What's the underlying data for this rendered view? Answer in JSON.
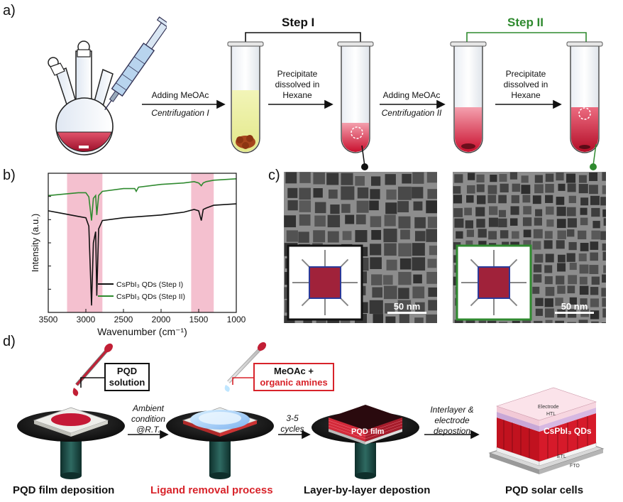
{
  "panel_a": {
    "label": "a)",
    "step1": "Step I",
    "step2": "Step II",
    "step1_color": "#111111",
    "step2_color": "#2f8a2f",
    "arrow1_top": "Adding MeOAc",
    "arrow1_bottom": "Centrifugation I",
    "arrow2_top": "Precipitate dissolved in Hexane",
    "arrow3_top": "Adding MeOAc",
    "arrow3_bottom": "Centrifugation II",
    "arrow4_top": "Precipitate dissolved in Hexane"
  },
  "panel_b": {
    "label": "b)",
    "chart_data": {
      "type": "line",
      "xlabel": "Wavenumber (cm⁻¹)",
      "ylabel": "Intensity (a.u.)",
      "xlim": [
        3500,
        1000
      ],
      "x_reversed": true,
      "xticks": [
        "3500",
        "3000",
        "2500",
        "2000",
        "1500",
        "1000"
      ],
      "highlight_bands": [
        [
          3250,
          2780
        ],
        [
          1600,
          1300
        ]
      ],
      "highlight_color": "#f4c0cf",
      "series": [
        {
          "name": "CsPbI₃ QDs (Step I)",
          "color": "#111111",
          "x": [
            3500,
            3300,
            3100,
            3000,
            2960,
            2925,
            2900,
            2870,
            2855,
            2830,
            2780,
            2500,
            2000,
            1700,
            1560,
            1500,
            1465,
            1440,
            1400,
            1300,
            1000
          ],
          "y": [
            0.73,
            0.71,
            0.69,
            0.68,
            0.62,
            0.05,
            0.5,
            0.58,
            0.12,
            0.6,
            0.66,
            0.68,
            0.7,
            0.72,
            0.74,
            0.73,
            0.66,
            0.74,
            0.75,
            0.77,
            0.78
          ]
        },
        {
          "name": "CsPbI₃ QDs (Step II)",
          "color": "#2f8a2f",
          "x": [
            3500,
            3300,
            3100,
            3000,
            2960,
            2925,
            2900,
            2870,
            2855,
            2830,
            2780,
            2500,
            2350,
            2330,
            2300,
            2000,
            1700,
            1560,
            1500,
            1465,
            1440,
            1400,
            1300,
            1000
          ],
          "y": [
            0.84,
            0.85,
            0.86,
            0.86,
            0.83,
            0.66,
            0.82,
            0.84,
            0.7,
            0.84,
            0.87,
            0.89,
            0.89,
            0.87,
            0.9,
            0.92,
            0.93,
            0.94,
            0.93,
            0.91,
            0.93,
            0.94,
            0.95,
            0.96
          ]
        }
      ]
    }
  },
  "panel_c": {
    "label": "c)",
    "scale1": "50 nm",
    "scale2": "50 nm",
    "frame1_color": "#111111",
    "frame2_color": "#2f8a2f"
  },
  "panel_d": {
    "label": "d)",
    "box1": "PQD solution",
    "box2_line1": "MeOAc +",
    "box2_line2": "organic amines",
    "box2_color": "#d8232a",
    "arrow1": "Ambient condition @R.T.",
    "arrow2": "3-5 cycles",
    "arrow3": "Interlayer & electrode depostion",
    "film_label": "PQD film",
    "cell_qd_label": "CsPbI₃ QDs",
    "cell_electrode": "Electrode",
    "cell_htl": "HTL",
    "cell_etl": "ETL",
    "cell_fto": "FTO",
    "caption1": "PQD film deposition",
    "caption2": "Ligand removal process",
    "caption3": "Layer-by-layer depostion",
    "caption4": "PQD solar cells",
    "caption2_color": "#d8232a"
  }
}
